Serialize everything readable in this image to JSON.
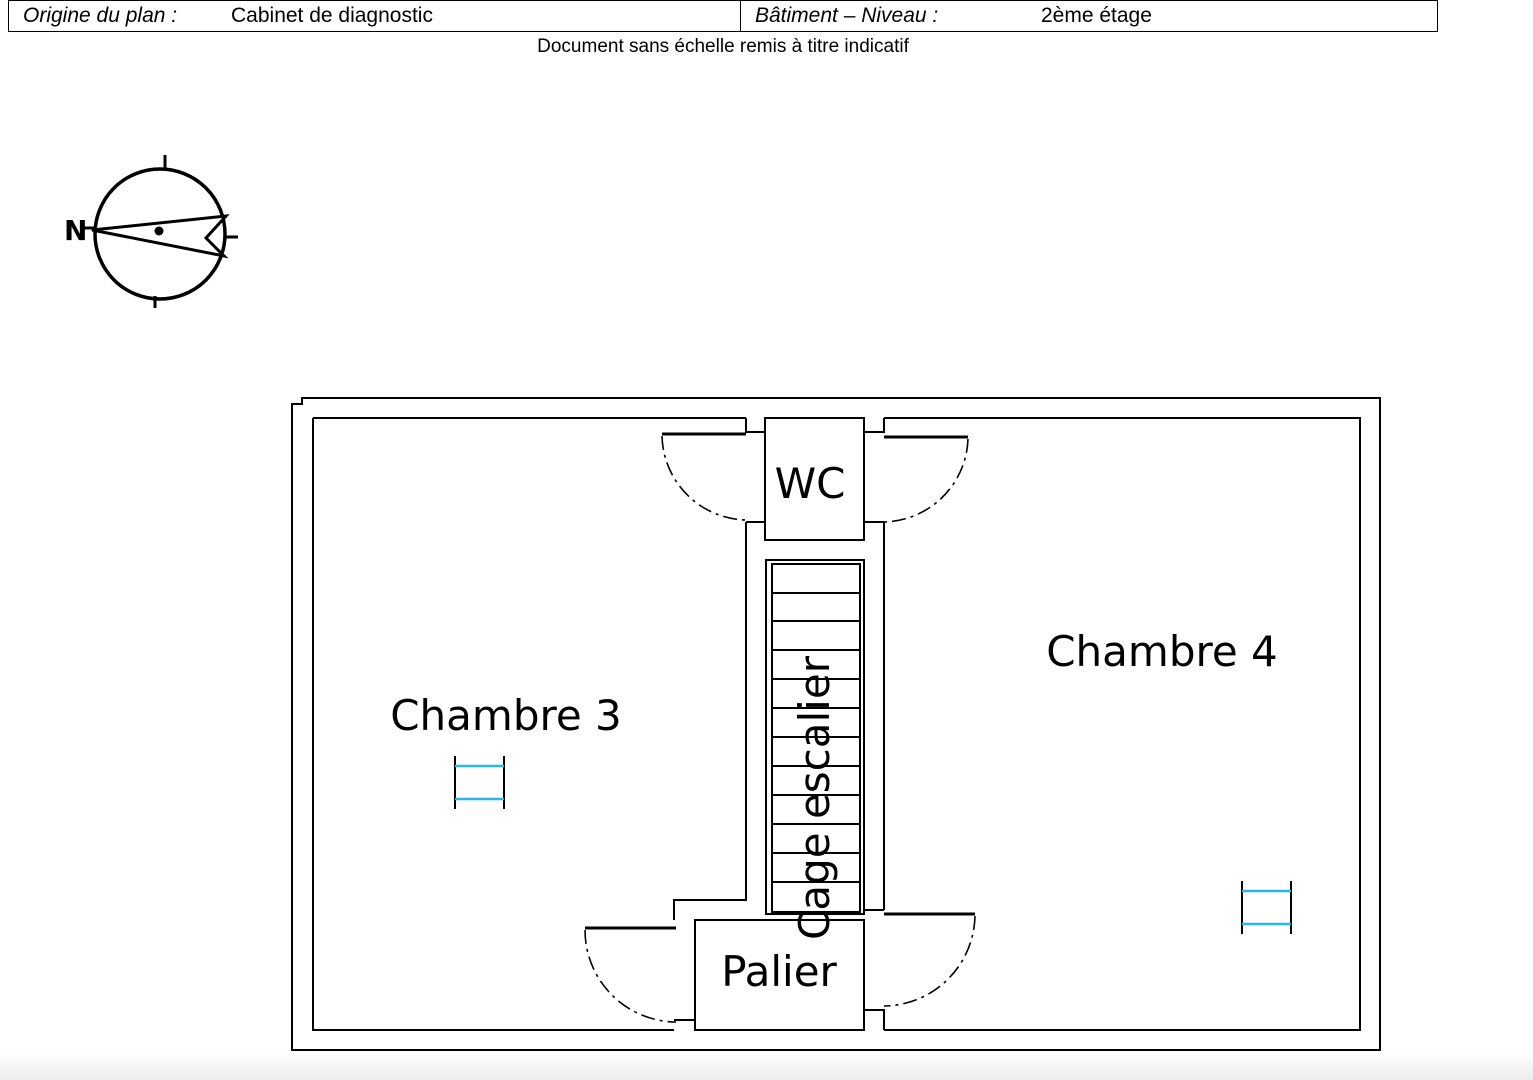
{
  "header": {
    "origin_label": "Origine du plan :",
    "origin_value": "Cabinet de diagnostic",
    "level_label": "Bâtiment – Niveau :",
    "level_value": "2ème étage"
  },
  "subtitle": "Document sans échelle remis à titre indicatif",
  "compass": {
    "letter": "N"
  },
  "rooms": {
    "wc": "WC",
    "chambre3": "Chambre 3",
    "chambre4": "Chambre 4",
    "cage": "Cage escalier",
    "palier": "Palier"
  },
  "colors": {
    "walls": "#000000",
    "windows": "#29b6e8"
  }
}
